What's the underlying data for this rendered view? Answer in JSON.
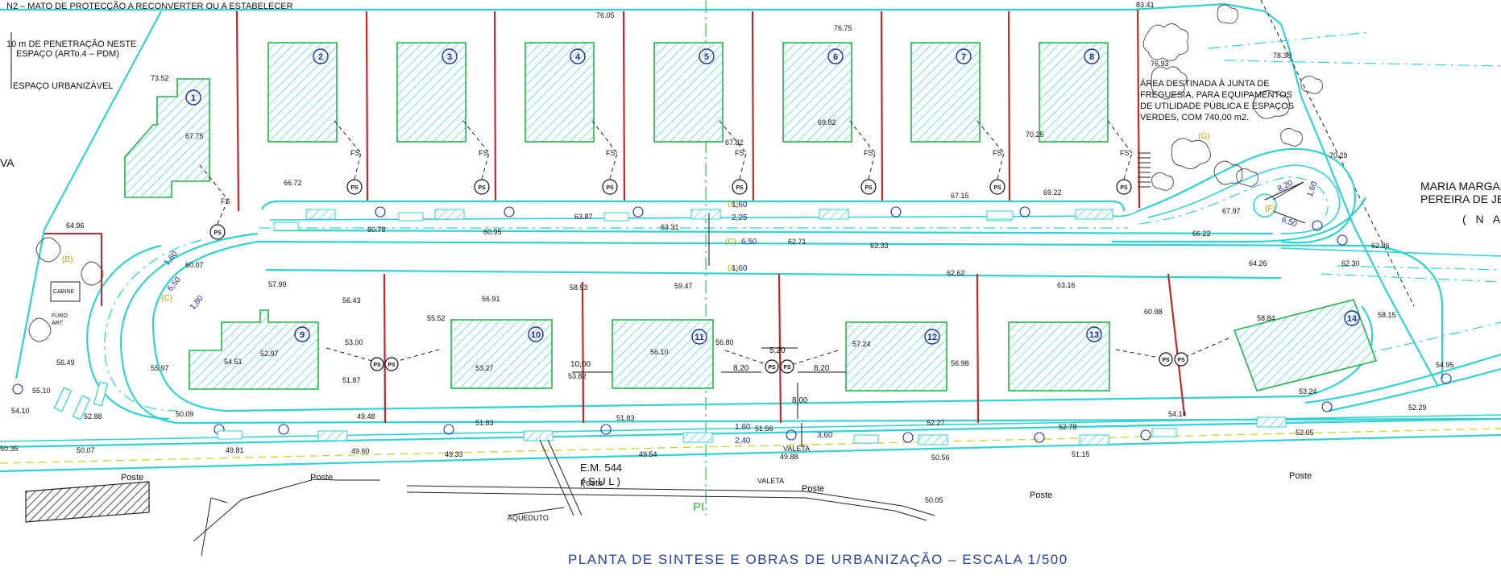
{
  "title": "PLANTA DE SINTESE E OBRAS DE URBANIZAÇÃO  –  ESCALA 1/500",
  "top_notes": {
    "n2": "N2 – MATO DE PROTECÇÃO A RECONVERTER OU A ESTABELECER",
    "penetracao_1": "10 m DE PENETRAÇÃO NESTE",
    "penetracao_2": "ESPAÇO (ARTo.4 – PDM)",
    "urbanizavel": "ESPAÇO URBANIZÁVEL"
  },
  "area_note": {
    "line1": "ÁREA DESTINADA À JUNTA DE",
    "line2": "FREGUESIA, PARA EQUIPAMENTOS",
    "line3": "DE UTILIDADE PÚBLICA E ESPAÇOS",
    "line4": "VERDES, COM 740,00 m2."
  },
  "owner": {
    "line1": "MARIA MARGAR",
    "line2": "PEREIRA DE JE",
    "line3": "( N A S"
  },
  "left_edge": "VA",
  "road_name": "E.M. 544",
  "road_dir": "( S U L )",
  "labels": {
    "aqueduto": "AQUEDUTO",
    "valeta1": "VALETA",
    "valeta2": "VALETA",
    "poste1": "Poste",
    "poste2": "Poste",
    "poste3": "Poste",
    "poste4": "Poste",
    "poste5": "Poste",
    "poste6": "Poste",
    "cabine": "CABINE",
    "furo1": "FURO",
    "furo2": "ART.",
    "pl": "PI",
    "fs": "FS",
    "ps": "PS"
  },
  "lots": [
    "1",
    "2",
    "3",
    "4",
    "5",
    "6",
    "7",
    "8",
    "9",
    "10",
    "11",
    "12",
    "13",
    "14"
  ],
  "zone_letters": {
    "b": "(B)",
    "g": "(G)",
    "f": "(F)",
    "c1": "(C)",
    "c2": "(C)",
    "a1": "(A)",
    "a2": "(A)"
  },
  "dims": {
    "d160a": "1,60",
    "d225": "2,25",
    "d650a": "6,50",
    "d160b": "1,60",
    "d160c": "1,60",
    "d650b": "6,50",
    "d160d": "1,80",
    "d160e": "1,60",
    "d240": "2,40",
    "d360": "3,60",
    "d1000": "10,00",
    "d820a": "8,20",
    "d520": "5,20",
    "d820b": "8,20",
    "d800": "8,00",
    "d820c": "8,20",
    "d650c": "6,50",
    "d160f": "1,60"
  },
  "elevations": {
    "e7605": "76.05",
    "e8341": "83.41",
    "e7675": "76.75",
    "e7838": "78.38",
    "e7693": "76.93",
    "e7352": "73.52",
    "e6775": "67.75",
    "e6672": "66.72",
    "e6782": "67.82",
    "e6982": "69.82",
    "e7025": "70.25",
    "e7029": "70.29",
    "e6797": "67.97",
    "e6622": "66.22",
    "e6286": "62.86",
    "e6715": "67.15",
    "e6922": "69.22",
    "e6078": "60.78",
    "e6095": "60.95",
    "e6387": "63.87",
    "e6331": "63.31",
    "e6271": "62.71",
    "e6333": "63.33",
    "e6426": "64.26",
    "e6230": "62.30",
    "e6496": "64.96",
    "e6007": "60.07",
    "e5799": "57.99",
    "e6262": "62.62",
    "e5947": "59.47",
    "e5853": "58.53",
    "e5643": "56.43",
    "e5691": "56.91",
    "e5552": "55.52",
    "e6316": "63.16",
    "e6098": "60.98",
    "e5884": "58.84",
    "e5815": "58.15",
    "e5300": "53.00",
    "e5297": "52.97",
    "e5451": "54.51",
    "e5327": "53.27",
    "e5610": "56.10",
    "e5680": "56.80",
    "e5724": "57.24",
    "e5698": "56.98",
    "e5187": "51.87",
    "e5382": "53.82",
    "e5597": "55.97",
    "e5649": "56.49",
    "e5510": "55.10",
    "e5410": "54.10",
    "e5288": "52.88",
    "e5495": "54.95",
    "e5324": "53.24",
    "e5229": "52.29",
    "e5205": "52.05",
    "e5278": "52.78",
    "e5414": "54.14",
    "e5227": "52.27",
    "e5183": "51.83",
    "e5183b": "51.83",
    "e5156": "51.56",
    "e4948": "49.48",
    "e5009": "50.09",
    "e5035": "50.35",
    "e5007": "50.07",
    "e4981": "49.81",
    "e4960": "49.60",
    "e4933": "49.33",
    "e4954": "49.54",
    "e4988": "49.88",
    "e5056": "50.56",
    "e5115": "51.15",
    "e5005": "50.05"
  }
}
